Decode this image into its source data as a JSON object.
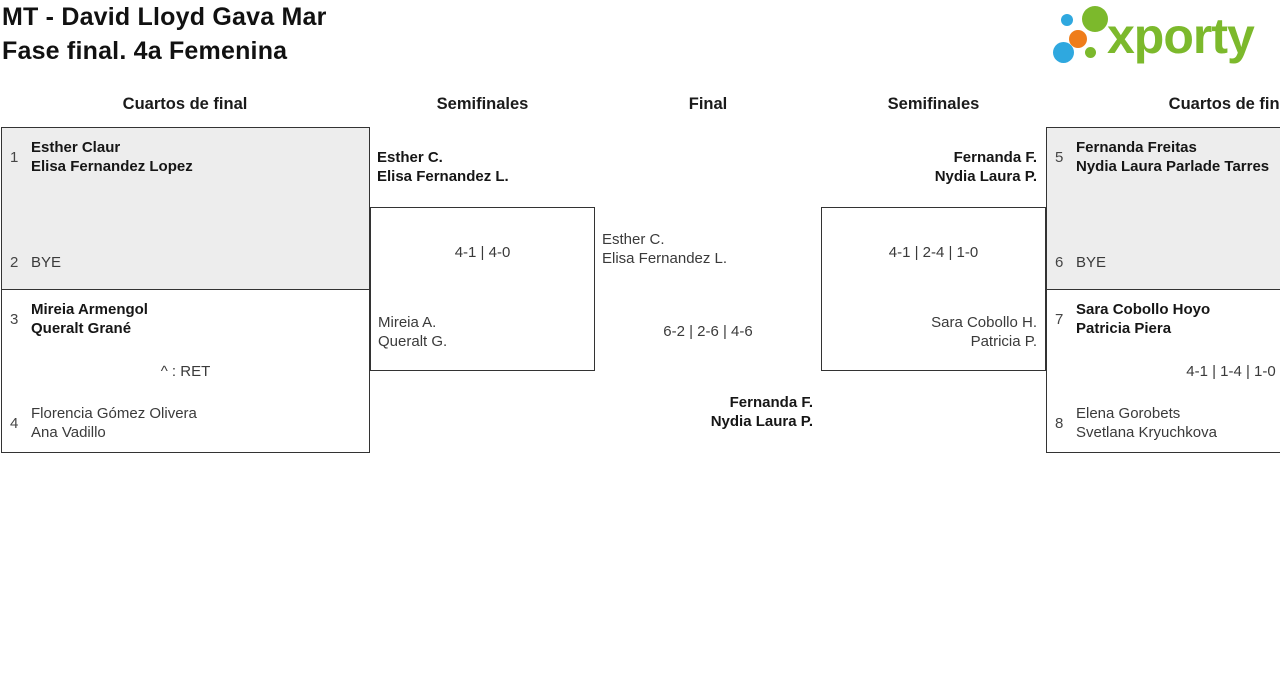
{
  "page": {
    "title_line1": "MT - David Lloyd Gava Mar",
    "title_line2": "Fase final. 4a Femenina"
  },
  "logo": {
    "text": "xporty",
    "green": "#7cb92c",
    "blue": "#2fa8df",
    "orange": "#ef7d1a"
  },
  "columns": {
    "qf_left": "Cuartos de final",
    "sf_left": "Semifinales",
    "final": "Final",
    "sf_right": "Semifinales",
    "qf_right": "Cuartos de final"
  },
  "qf_left": {
    "match1": {
      "seed_top": "1",
      "top_line1": "Esther Claur",
      "top_line2": "Elisa Fernandez Lopez",
      "seed_bottom": "2",
      "bottom_line1": "BYE"
    },
    "match2": {
      "seed_top": "3",
      "top_line1": "Mireia Armengol",
      "top_line2": "Queralt Grané",
      "note": "^ : RET",
      "seed_bottom": "4",
      "bottom_line1": "Florencia Gómez Olivera",
      "bottom_line2": "Ana Vadillo"
    }
  },
  "sf_left": {
    "winner_line1": "Esther C.",
    "winner_line2": "Elisa Fernandez L.",
    "score": "4-1 | 4-0",
    "loser_line1": "Mireia A.",
    "loser_line2": "Queralt G."
  },
  "final": {
    "top_line1": "Esther C.",
    "top_line2": "Elisa Fernandez L.",
    "score": "6-2 | 2-6 | 4-6",
    "bottom_line1": "Fernanda F.",
    "bottom_line2": "Nydia Laura P."
  },
  "sf_right": {
    "winner_line1": "Fernanda F.",
    "winner_line2": "Nydia Laura P.",
    "score": "4-1 | 2-4 | 1-0",
    "loser_line1": "Sara Cobollo H.",
    "loser_line2": "Patricia P."
  },
  "qf_right": {
    "match1": {
      "seed_top": "5",
      "top_line1": "Fernanda Freitas",
      "top_line2": "Nydia Laura Parlade Tarres",
      "seed_bottom": "6",
      "bottom_line1": "BYE"
    },
    "match2": {
      "seed_top": "7",
      "top_line1": "Sara Cobollo Hoyo",
      "top_line2": "Patricia Piera",
      "score": "4-1 | 1-4 | 1-0",
      "seed_bottom": "8",
      "bottom_line1": "Elena Gorobets",
      "bottom_line2": "Svetlana Kryuchkova"
    }
  },
  "colors": {
    "box_fill_gray": "#ededed",
    "border": "#333333",
    "winner_text": "#161616",
    "regular_text": "#3a3a3a"
  }
}
